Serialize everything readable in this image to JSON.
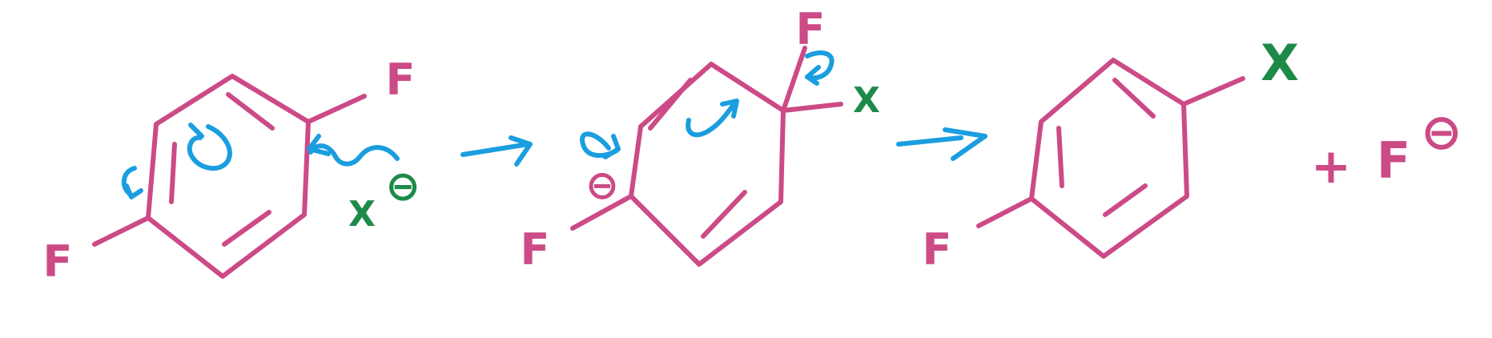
{
  "colors": {
    "background": "#ffffff",
    "structure": "#cc4a86",
    "arrow": "#1a9ee0",
    "nucleophile": "#1e8a4a"
  },
  "reactant": {
    "substituent_top": "F",
    "substituent_bottom": "F",
    "nucleophile": "X",
    "nucleophile_charge": "⊖"
  },
  "intermediate": {
    "substituent_top": "F",
    "substituent_added": "X",
    "substituent_bottom": "F",
    "ring_charge": "⊖"
  },
  "product": {
    "substituent_top": "X",
    "substituent_bottom": "F",
    "byproduct_plus": "+",
    "byproduct": "F",
    "byproduct_charge": "⊖"
  },
  "reaction_arrows": 2,
  "curved_arrows": 6
}
